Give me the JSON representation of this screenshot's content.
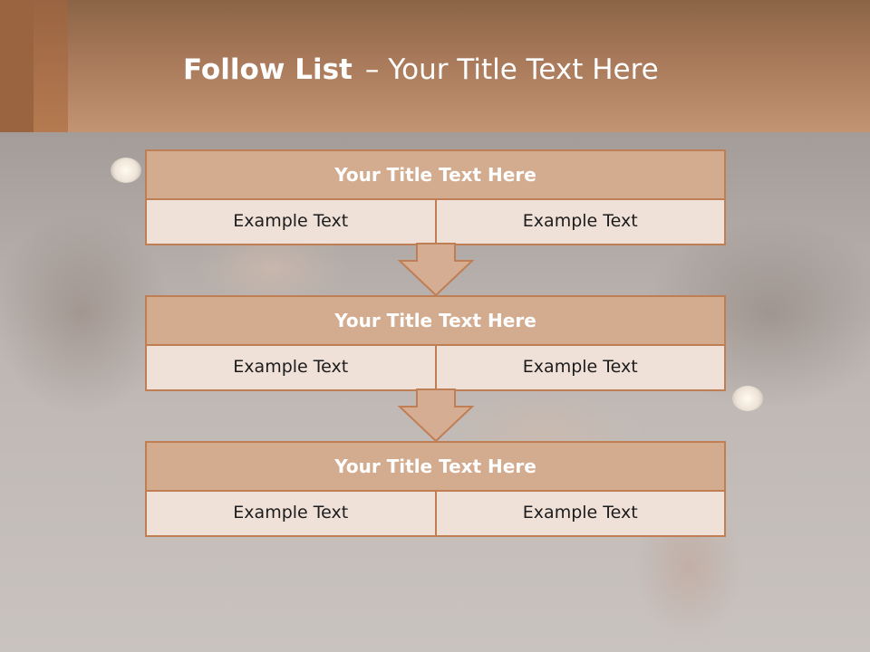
{
  "slide": {
    "title_bold": "Follow List",
    "title_dash": "–",
    "title_rest": "Your Title Text Here"
  },
  "blocks": [
    {
      "title": "Your Title Text Here",
      "left_text": "Example Text",
      "right_text": "Example Text"
    },
    {
      "title": "Your Title Text Here",
      "left_text": "Example Text",
      "right_text": "Example Text"
    },
    {
      "title": "Your Title Text Here",
      "left_text": "Example Text",
      "right_text": "Example Text"
    }
  ],
  "colors": {
    "header": "#a8795a",
    "block_title_fill": "#d3ab8f",
    "block_border": "#c07e55",
    "cell_fill": "#efe0d8",
    "arrow_fill": "#d4ad92"
  }
}
